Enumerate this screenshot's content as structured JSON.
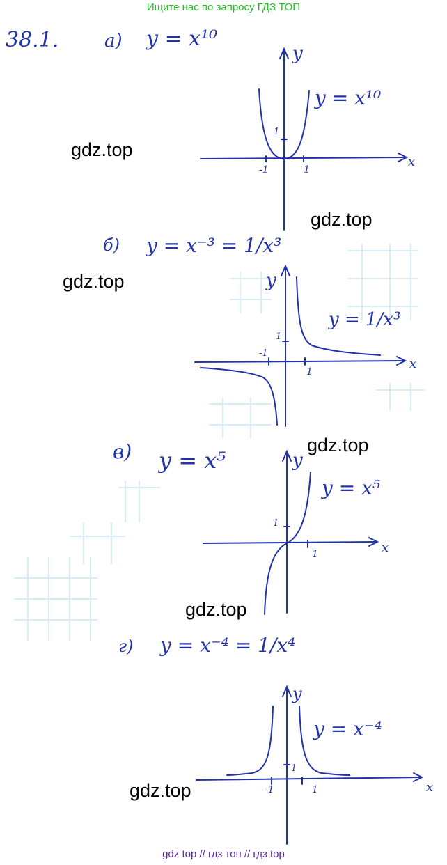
{
  "header": {
    "text": "Ищите нас по запросу ГДЗ ТОП"
  },
  "footer": {
    "text": "gdz top  //  гдз топ  //  гдз top"
  },
  "watermarks": [
    "gdz.top",
    "gdz.top",
    "gdz.top",
    "gdz.top",
    "gdz.top",
    "gdz.top"
  ],
  "colors": {
    "ink": "#2233aa",
    "header": "#1fc01f",
    "footer": "#5a2aa0",
    "grid": "#cfe8f5"
  },
  "problem": {
    "number": "38.1.",
    "parts": [
      {
        "letter": "а)",
        "formula": "y = x¹⁰",
        "label": "y = x¹⁰",
        "axis_x": "x",
        "axis_y": "y",
        "tick_one": "1",
        "tick_neg_one": "-1"
      },
      {
        "letter": "б)",
        "formula": "y = x⁻³ = 1/x³",
        "label": "y = 1/x³",
        "axis_x": "x",
        "axis_y": "y",
        "tick_one": "1",
        "tick_neg_one": "-1"
      },
      {
        "letter": "в)",
        "formula": "y = x⁵",
        "label": "y = x⁵",
        "axis_x": "x",
        "axis_y": "y",
        "tick_one": "1",
        "tick_neg_one": ""
      },
      {
        "letter": "г)",
        "formula": "y = x⁻⁴ = 1/x⁴",
        "label": "y = x⁻⁴",
        "axis_x": "x",
        "axis_y": "y",
        "tick_one": "1",
        "tick_neg_one": "-1"
      }
    ]
  }
}
